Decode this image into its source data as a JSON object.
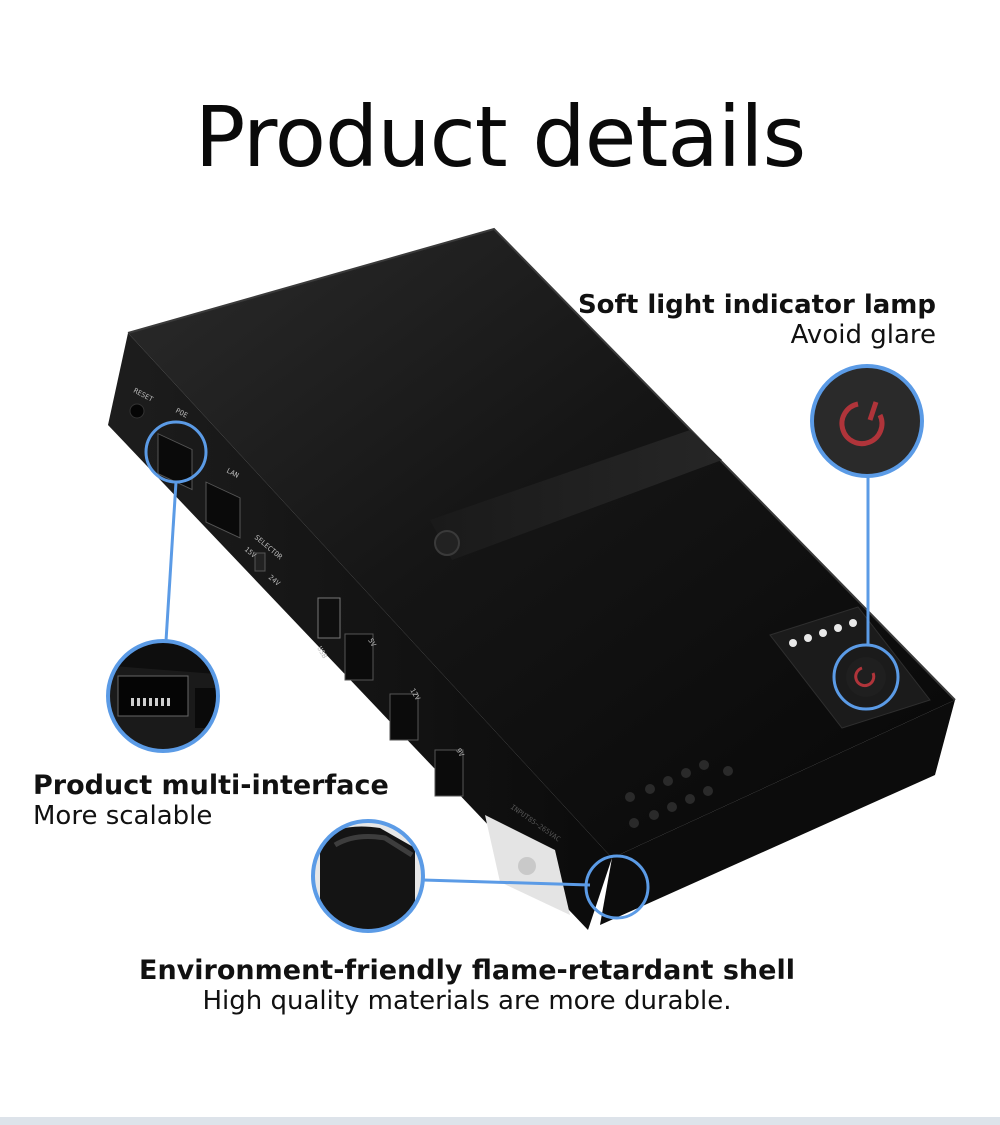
{
  "page": {
    "title": "Product details"
  },
  "callouts": {
    "lamp": {
      "heading": "Soft light indicator lamp",
      "sub": "Avoid glare"
    },
    "interface": {
      "heading": "Product multi-interface",
      "sub": "More scalable"
    },
    "shell": {
      "heading": "Environment-friendly flame-retardant shell",
      "sub": "High quality materials are more durable."
    }
  },
  "device_labels": {
    "reset": "RESET",
    "poe": "POE",
    "lan": "LAN",
    "selector": "SELECTOR",
    "sel_a": "15V",
    "sel_b": "24V",
    "usb": "USB",
    "dc1": "5V",
    "dc2": "12V",
    "dc3": "9V",
    "input": "INPUT85~265VAC"
  },
  "colors": {
    "accent": "#5b9be6",
    "device_body": "#111111",
    "power_icon": "#b0343a"
  }
}
